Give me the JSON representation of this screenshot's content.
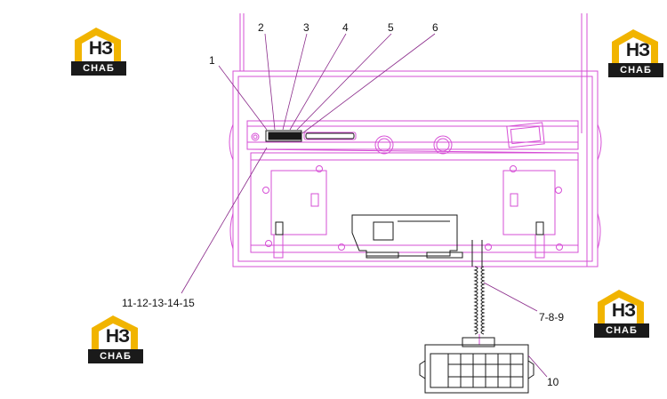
{
  "labels": {
    "l1": "1",
    "l2": "2",
    "l3": "3",
    "l4": "4",
    "l5": "5",
    "l6": "6",
    "l789": "7-8-9",
    "l10": "10",
    "l11_15": "11-12-13-14-15"
  },
  "watermark": {
    "mark": "НЗ",
    "word": "СНАБ"
  },
  "colors": {
    "outline": "#d64fd6",
    "leader": "#8a2a8a",
    "logo_accent": "#f1b400",
    "logo_dark": "#1a1a1a"
  }
}
